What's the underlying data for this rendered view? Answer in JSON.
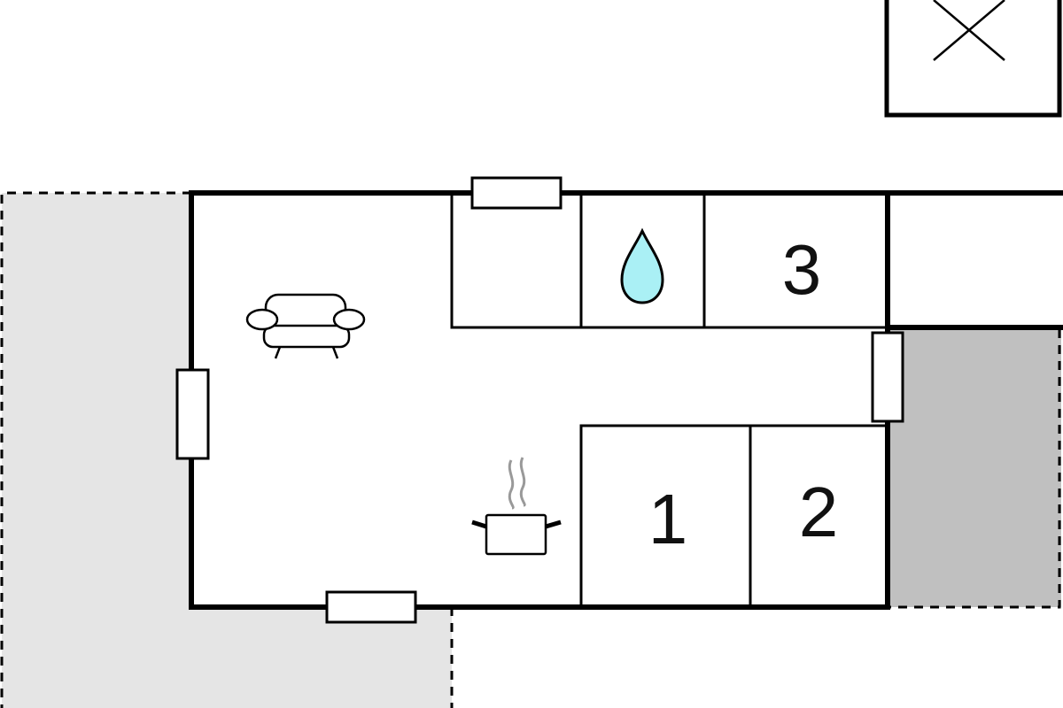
{
  "floor_plan": {
    "rooms": [
      {
        "label": "1",
        "kind": "bedroom"
      },
      {
        "label": "2",
        "kind": "bedroom"
      },
      {
        "label": "3",
        "kind": "bedroom"
      }
    ],
    "icons": {
      "living": "sofa-icon",
      "kitchen": "cooking-pot-icon",
      "bathroom": "water-drop-icon",
      "outside": "box-cross-icon"
    },
    "colors": {
      "wall": "#000000",
      "terrace": "#e5e5e5",
      "annex": "#c0c0c0",
      "water": "#aaf0f5",
      "steam": "#999999"
    }
  }
}
